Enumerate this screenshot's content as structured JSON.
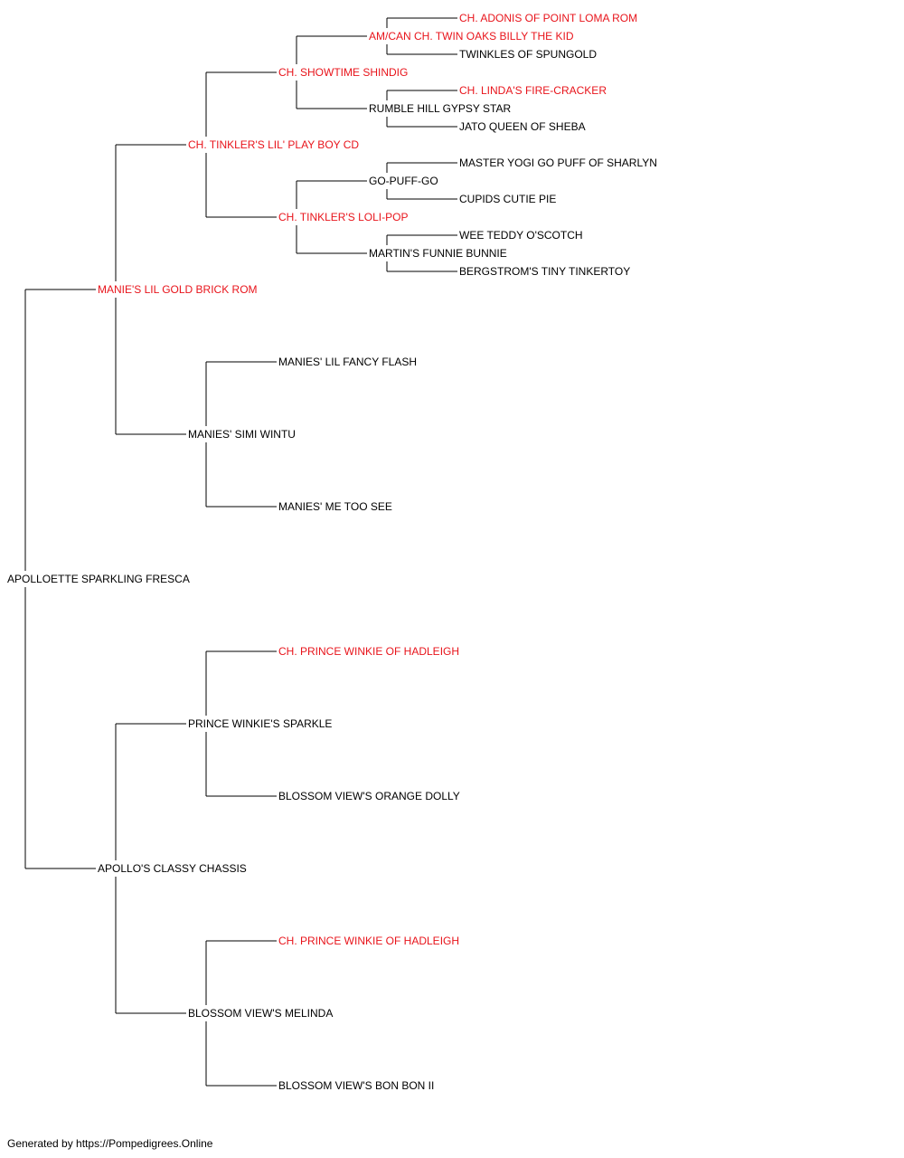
{
  "colors": {
    "champion": "#e8141b",
    "regular": "#000000",
    "line": "#000000"
  },
  "footer": "Generated by https://Pompedigrees.Online",
  "pedigree": {
    "name": "APOLLOETTE SPARKLING FRESCA",
    "champion": false,
    "sire": {
      "name": "MANIE'S LIL GOLD BRICK ROM",
      "champion": true,
      "sire": {
        "name": "CH. TINKLER'S LIL' PLAY BOY CD",
        "champion": true,
        "sire": {
          "name": "CH. SHOWTIME SHINDIG",
          "champion": true,
          "sire": {
            "name": "AM/CAN CH. TWIN OAKS BILLY THE KID",
            "champion": true,
            "sire": {
              "name": "CH. ADONIS OF POINT LOMA ROM",
              "champion": true
            },
            "dam": {
              "name": "TWINKLES OF SPUNGOLD",
              "champion": false
            }
          },
          "dam": {
            "name": "RUMBLE HILL GYPSY STAR",
            "champion": false,
            "sire": {
              "name": "CH. LINDA'S FIRE-CRACKER",
              "champion": true
            },
            "dam": {
              "name": "JATO QUEEN OF SHEBA",
              "champion": false
            }
          }
        },
        "dam": {
          "name": "CH. TINKLER'S LOLI-POP",
          "champion": true,
          "sire": {
            "name": "GO-PUFF-GO",
            "champion": false,
            "sire": {
              "name": "MASTER YOGI GO PUFF OF SHARLYN",
              "champion": false
            },
            "dam": {
              "name": "CUPIDS CUTIE PIE",
              "champion": false
            }
          },
          "dam": {
            "name": "MARTIN'S FUNNIE BUNNIE",
            "champion": false,
            "sire": {
              "name": "WEE TEDDY O'SCOTCH",
              "champion": false
            },
            "dam": {
              "name": "BERGSTROM'S TINY TINKERTOY",
              "champion": false
            }
          }
        }
      },
      "dam": {
        "name": "MANIES' SIMI WINTU",
        "champion": false,
        "sire": {
          "name": "MANIES' LIL FANCY FLASH",
          "champion": false
        },
        "dam": {
          "name": "MANIES' ME TOO SEE",
          "champion": false
        }
      }
    },
    "dam": {
      "name": "APOLLO'S CLASSY CHASSIS",
      "champion": false,
      "sire": {
        "name": "PRINCE WINKIE'S SPARKLE",
        "champion": false,
        "sire": {
          "name": "CH. PRINCE WINKIE OF HADLEIGH",
          "champion": true
        },
        "dam": {
          "name": "BLOSSOM VIEW'S ORANGE DOLLY",
          "champion": false
        }
      },
      "dam": {
        "name": "BLOSSOM VIEW'S MELINDA",
        "champion": false,
        "sire": {
          "name": "CH. PRINCE WINKIE OF HADLEIGH",
          "champion": true
        },
        "dam": {
          "name": "BLOSSOM VIEW'S BON BON II",
          "champion": false
        }
      }
    }
  }
}
